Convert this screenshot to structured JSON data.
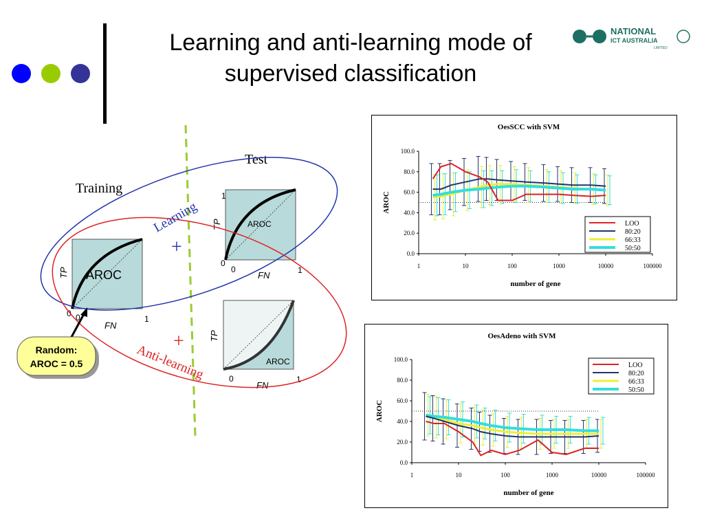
{
  "slide": {
    "title_line1": "Learning and anti-learning mode of",
    "title_line2": "supervised classification",
    "logo": {
      "line1": "NATIONAL",
      "line2": "ICT AUSTRALIA",
      "line3": "LIMITED"
    },
    "bullet_colors": [
      "#0000ff",
      "#99cc00",
      "#333399"
    ]
  },
  "diagram": {
    "training_label": "Training",
    "test_label": "Test",
    "learning_label": "Learning",
    "anti_learning_label": "Anti-learning",
    "plus_sign": "+",
    "tp_label": "TP",
    "fn_label": "FN",
    "aroc_label": "AROC",
    "zero": "0",
    "one": "1",
    "callout_line1": "Random:",
    "callout_line2": "AROC = 0.5",
    "colors": {
      "learning": "#2233aa",
      "anti_learning": "#dd2222",
      "divider": "#99cc33",
      "plot_fill": "#b8dada"
    }
  },
  "chart_data": [
    {
      "type": "line",
      "title": "OesSCC with SVM",
      "xlabel": "number of gene",
      "ylabel": "AROC",
      "xscale": "log",
      "xlim": [
        1,
        100000
      ],
      "xticks": [
        "1",
        "10",
        "100",
        "1000",
        "10000",
        "100000"
      ],
      "ylim": [
        0,
        100
      ],
      "yticks": [
        "0.0",
        "20.0",
        "40.0",
        "60.0",
        "80.0",
        "100.0"
      ],
      "legend_position": "bottom-right",
      "reference_line": 50,
      "x": [
        2,
        3,
        5,
        10,
        20,
        30,
        50,
        100,
        200,
        500,
        1000,
        2000,
        5000,
        10000
      ],
      "series": [
        {
          "name": "LOO",
          "color": "#dd2222",
          "values": [
            73,
            85,
            88,
            80,
            75,
            70,
            52,
            52,
            58,
            58,
            58,
            57,
            56,
            57
          ],
          "err": []
        },
        {
          "name": "80:20",
          "color": "#223366",
          "values": [
            63,
            63,
            67,
            70,
            73,
            73,
            72,
            71,
            70,
            69,
            68,
            67,
            67,
            66
          ],
          "err": [
            25,
            25,
            24,
            23,
            22,
            21,
            20,
            19,
            18,
            18,
            17,
            17,
            17,
            17
          ]
        },
        {
          "name": "66:33",
          "color": "#eeee33",
          "values": [
            55,
            56,
            58,
            62,
            65,
            67,
            68,
            68,
            67,
            66,
            65,
            64,
            63,
            62
          ],
          "err": [
            22,
            22,
            21,
            20,
            20,
            19,
            18,
            17,
            17,
            16,
            16,
            15,
            15,
            15
          ]
        },
        {
          "name": "50:50",
          "color": "#33dddd",
          "values": [
            57,
            58,
            60,
            62,
            63,
            64,
            65,
            66,
            66,
            65,
            64,
            63,
            63,
            62
          ],
          "err": [
            20,
            20,
            19,
            18,
            18,
            17,
            16,
            16,
            15,
            15,
            15,
            14,
            14,
            14
          ]
        }
      ]
    },
    {
      "type": "line",
      "title": "OesAdeno with SVM",
      "xlabel": "number of gene",
      "ylabel": "AROC",
      "xscale": "log",
      "xlim": [
        1,
        100000
      ],
      "xticks": [
        "1",
        "10",
        "100",
        "1000",
        "10000",
        "100000"
      ],
      "ylim": [
        0,
        100
      ],
      "yticks": [
        "0.0",
        "20.0",
        "40.0",
        "60.0",
        "80.0",
        "100.0"
      ],
      "legend_position": "top-right",
      "reference_line": 50,
      "x": [
        2,
        3,
        5,
        10,
        20,
        30,
        50,
        100,
        200,
        500,
        1000,
        2000,
        5000,
        10000
      ],
      "series": [
        {
          "name": "LOO",
          "color": "#dd2222",
          "values": [
            40,
            38,
            38,
            30,
            20,
            7,
            12,
            8,
            12,
            22,
            10,
            8,
            14,
            14
          ],
          "err": []
        },
        {
          "name": "80:20",
          "color": "#223366",
          "values": [
            45,
            43,
            40,
            36,
            33,
            30,
            28,
            26,
            25,
            25,
            25,
            25,
            25,
            26
          ],
          "err": [
            23,
            22,
            22,
            21,
            20,
            19,
            18,
            17,
            17,
            17,
            16,
            16,
            16,
            16
          ]
        },
        {
          "name": "66:33",
          "color": "#eeee33",
          "values": [
            46,
            44,
            42,
            38,
            36,
            34,
            32,
            30,
            29,
            28,
            28,
            28,
            28,
            28
          ],
          "err": [
            20,
            20,
            19,
            19,
            18,
            17,
            16,
            15,
            15,
            15,
            14,
            14,
            14,
            14
          ]
        },
        {
          "name": "50:50",
          "color": "#33dddd",
          "values": [
            46,
            45,
            44,
            42,
            40,
            38,
            36,
            34,
            33,
            32,
            32,
            32,
            31,
            31
          ],
          "err": [
            18,
            18,
            17,
            17,
            16,
            15,
            15,
            14,
            14,
            14,
            13,
            13,
            13,
            13
          ]
        }
      ]
    }
  ]
}
